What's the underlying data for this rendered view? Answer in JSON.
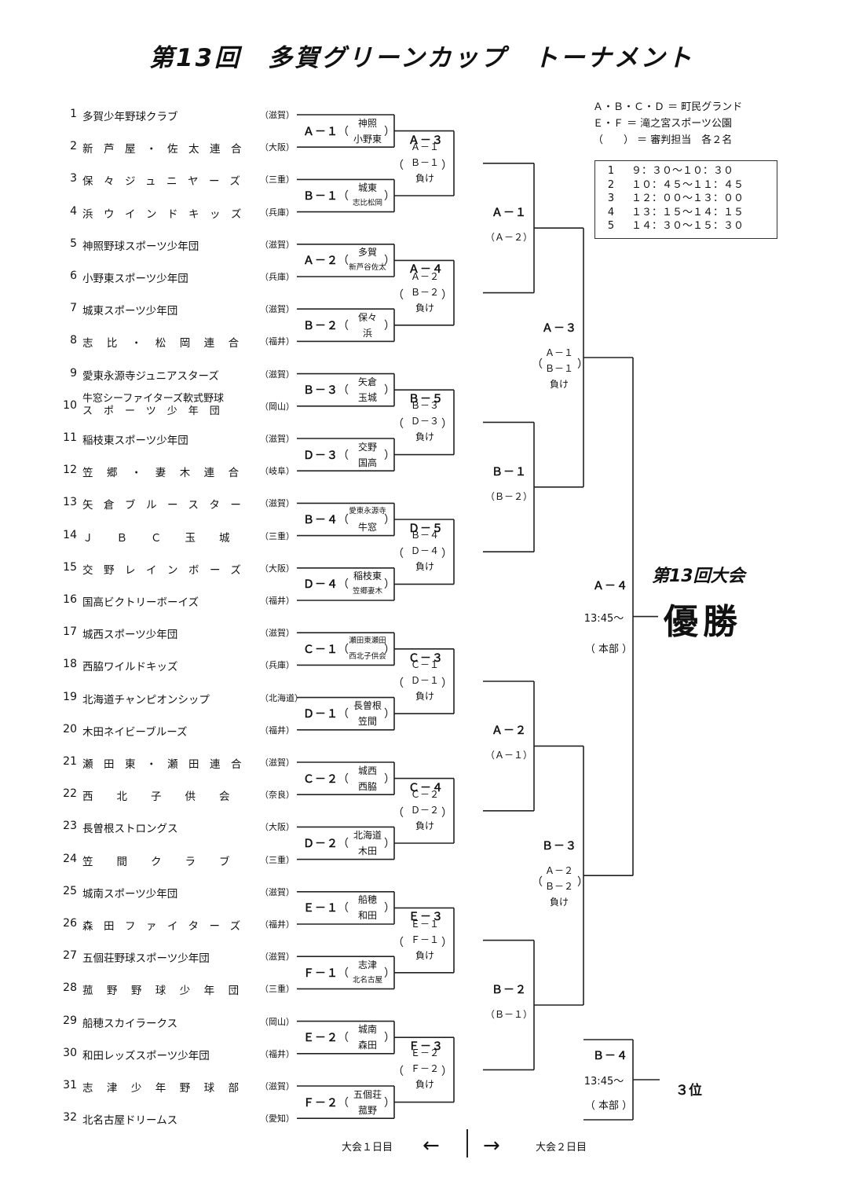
{
  "title": "第13回　多賀グリーンカップ　トーナメント",
  "legend": [
    "Ａ・Ｂ・Ｃ・Ｄ ＝ 町民グランド",
    "Ｅ・Ｆ ＝ 滝之宮スポーツ公園",
    "（　　） ＝ 審判担当　各２名"
  ],
  "schedule": [
    {
      "no": "1",
      "time": "９：３０～１０：３０"
    },
    {
      "no": "2",
      "time": "１０：４５～１１：４５"
    },
    {
      "no": "3",
      "time": "１２：００～１３：００"
    },
    {
      "no": "4",
      "time": "１３：１５～１４：１５"
    },
    {
      "no": "5",
      "time": "１４：３０～１５：３０"
    }
  ],
  "teams": [
    {
      "no": "1",
      "name": "多賀少年野球クラブ",
      "pref": "（滋賀）"
    },
    {
      "no": "2",
      "name": "新芦屋・佐太連合",
      "pref": "（大阪）"
    },
    {
      "no": "3",
      "name": "保々ジュニヤーズ",
      "pref": "（三重）"
    },
    {
      "no": "4",
      "name": "浜ウインドキッズ",
      "pref": "（兵庫）"
    },
    {
      "no": "5",
      "name": "神照野球スポーツ少年団",
      "pref": "（滋賀）"
    },
    {
      "no": "6",
      "name": "小野東スポーツ少年団",
      "pref": "（兵庫）"
    },
    {
      "no": "7",
      "name": "城東スポーツ少年団",
      "pref": "（滋賀）"
    },
    {
      "no": "8",
      "name": "志比・松岡連合",
      "pref": "（福井）"
    },
    {
      "no": "9",
      "name": "愛東永源寺ジュニアスターズ",
      "pref": "（滋賀）"
    },
    {
      "no": "10",
      "name": "牛窓シーファイターズ軟式野球",
      "name2": "スポーツ少年団",
      "pref": "（岡山）"
    },
    {
      "no": "11",
      "name": "稲枝東スポーツ少年団",
      "pref": "（滋賀）"
    },
    {
      "no": "12",
      "name": "笠郷・妻木連合",
      "pref": "（岐阜）"
    },
    {
      "no": "13",
      "name": "矢倉ブルースター",
      "pref": "（滋賀）"
    },
    {
      "no": "14",
      "name": "ＪＢＣ玉城",
      "pref": "（三重）"
    },
    {
      "no": "15",
      "name": "交野レインボーズ",
      "pref": "（大阪）"
    },
    {
      "no": "16",
      "name": "国高ビクトリーボーイズ",
      "pref": "（福井）"
    },
    {
      "no": "17",
      "name": "城西スポーツ少年団",
      "pref": "（滋賀）"
    },
    {
      "no": "18",
      "name": "西脇ワイルドキッズ",
      "pref": "（兵庫）"
    },
    {
      "no": "19",
      "name": "北海道チャンピオンシップ",
      "pref": "（北海道）"
    },
    {
      "no": "20",
      "name": "木田ネイビーブルーズ",
      "pref": "（福井）"
    },
    {
      "no": "21",
      "name": "瀬田東・瀬田連合",
      "pref": "（滋賀）"
    },
    {
      "no": "22",
      "name": "西北子供会",
      "pref": "（奈良）"
    },
    {
      "no": "23",
      "name": "長曽根ストロングス",
      "pref": "（大阪）"
    },
    {
      "no": "24",
      "name": "笠間クラブ",
      "pref": "（三重）"
    },
    {
      "no": "25",
      "name": "城南スポーツ少年団",
      "pref": "（滋賀）"
    },
    {
      "no": "26",
      "name": "森田ファイターズ",
      "pref": "（福井）"
    },
    {
      "no": "27",
      "name": "五個荘野球スポーツ少年団",
      "pref": "（滋賀）"
    },
    {
      "no": "28",
      "name": "菰野野球少年団",
      "pref": "（三重）"
    },
    {
      "no": "29",
      "name": "船穂スカイラークス",
      "pref": "（岡山）"
    },
    {
      "no": "30",
      "name": "和田レッズスポーツ少年団",
      "pref": "（福井）"
    },
    {
      "no": "31",
      "name": "志津少年野球部",
      "pref": "（滋賀）"
    },
    {
      "no": "32",
      "name": "北名古屋ドリームス",
      "pref": "（愛知）"
    }
  ],
  "round1": [
    {
      "label": "Ａ－１",
      "u1": "神照",
      "u2": "小野東"
    },
    {
      "label": "Ｂ－１",
      "u1": "城東",
      "u2": "志比松岡"
    },
    {
      "label": "Ａ－２",
      "u1": "多賀",
      "u2": "新芦谷佐太"
    },
    {
      "label": "Ｂ－２",
      "u1": "保々",
      "u2": "浜"
    },
    {
      "label": "Ｂ－３",
      "u1": "矢倉",
      "u2": "玉城"
    },
    {
      "label": "Ｄ－３",
      "u1": "交野",
      "u2": "国高"
    },
    {
      "label": "Ｂ－４",
      "u1": "愛東永源寺",
      "u2": "牛窓"
    },
    {
      "label": "Ｄ－４",
      "u1": "稲枝東",
      "u2": "笠郷妻木"
    },
    {
      "label": "Ｃ－１",
      "u1": "瀬田東瀬田",
      "u2": "西北子供会"
    },
    {
      "label": "Ｄ－１",
      "u1": "長曽根",
      "u2": "笠間"
    },
    {
      "label": "Ｃ－２",
      "u1": "城西",
      "u2": "西脇"
    },
    {
      "label": "Ｄ－２",
      "u1": "北海道",
      "u2": "木田"
    },
    {
      "label": "Ｅ－１",
      "u1": "船穂",
      "u2": "和田"
    },
    {
      "label": "Ｆ－１",
      "u1": "志津",
      "u2": "北名古屋"
    },
    {
      "label": "Ｅ－２",
      "u1": "城南",
      "u2": "森田"
    },
    {
      "label": "Ｆ－２",
      "u1": "五個荘",
      "u2": "菰野"
    }
  ],
  "round2": [
    {
      "label": "Ａ－３",
      "u1": "Ａ－１",
      "u2": "Ｂ－１",
      "u3": "負け"
    },
    {
      "label": "Ａ－４",
      "u1": "Ａ－２",
      "u2": "Ｂ－２",
      "u3": "負け"
    },
    {
      "label": "Ｂ－５",
      "u1": "Ｂ－３",
      "u2": "Ｄ－３",
      "u3": "負け"
    },
    {
      "label": "Ｄ－５",
      "u1": "Ｂ－４",
      "u2": "Ｄ－４",
      "u3": "負け"
    },
    {
      "label": "Ｃ－３",
      "u1": "Ｃ－１",
      "u2": "Ｄ－１",
      "u3": "負け"
    },
    {
      "label": "Ｃ－４",
      "u1": "Ｃ－２",
      "u2": "Ｄ－２",
      "u3": "負け"
    },
    {
      "label": "Ｅ－３",
      "u1": "Ｅ－１",
      "u2": "Ｆ－１",
      "u3": "負け"
    },
    {
      "label": "Ｆ－３",
      "u1": "Ｅ－２",
      "u2": "Ｆ－２",
      "u3": "負け"
    }
  ],
  "round3": [
    {
      "label": "Ａ－１",
      "u": "（Ａ－２）"
    },
    {
      "label": "Ｂ－１",
      "u": "（Ｂ－２）"
    },
    {
      "label": "Ａ－２",
      "u": "（Ａ－１）"
    },
    {
      "label": "Ｂ－２",
      "u": "（Ｂ－１）"
    }
  ],
  "round4": [
    {
      "label": "Ａ－３",
      "u1": "Ａ－１",
      "u2": "Ｂ－１",
      "u3": "負け"
    },
    {
      "label": "Ｂ－３",
      "u1": "Ａ－２",
      "u2": "Ｂ－２",
      "u3": "負け"
    }
  ],
  "final": {
    "label": "Ａ－４",
    "time": "13:45～",
    "umpire": "（ 本部 ）",
    "caption": "第13回大会",
    "result": "優勝"
  },
  "third": {
    "label": "Ｂ－４",
    "time": "13:45～",
    "umpire": "（ 本部 ）",
    "result": "３位"
  },
  "footer": {
    "day1": "大会１日目",
    "day2": "大会２日目",
    "arrow_left": "←",
    "arrow_right": "→"
  }
}
